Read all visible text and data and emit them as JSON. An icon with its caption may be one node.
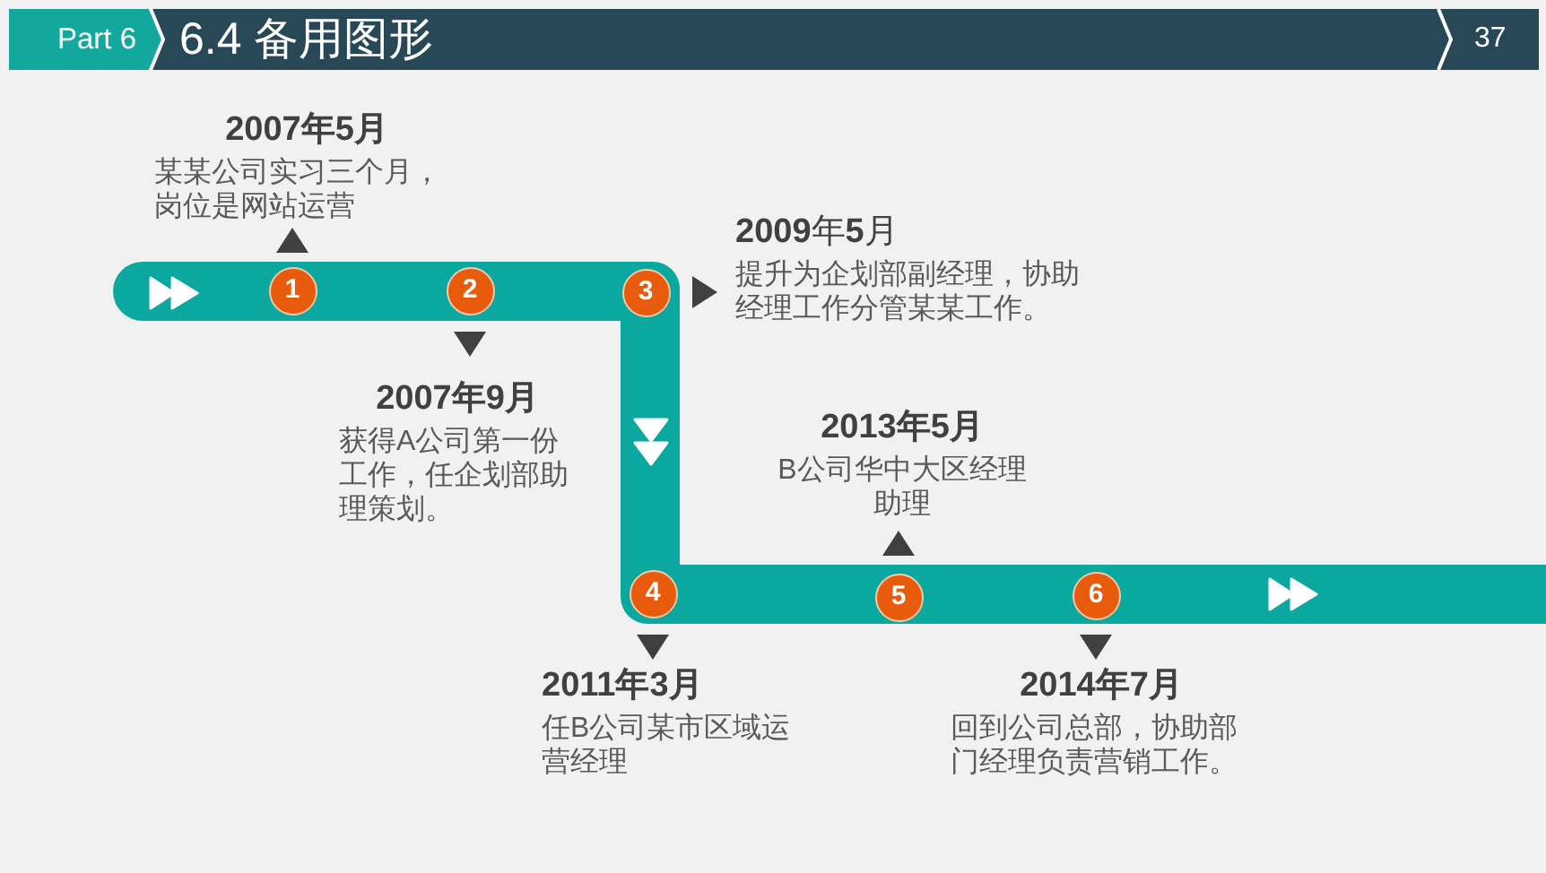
{
  "diagram": {
    "title": "6.4 备用图形",
    "nodes": [
      {
        "text": [
          "1"
        ]
      },
      {
        "text": [
          "2"
        ]
      },
      {
        "text": [
          "3"
        ]
      },
      {
        "text": [
          "4"
        ]
      },
      {
        "text": [
          "5"
        ]
      },
      {
        "text": [
          "6"
        ]
      },
      {
        "text": [
          "2007年5月",
          "某某公司实习三个月，岗位是网站运营"
        ]
      },
      {
        "text": [
          "2007年9月",
          "获得A公司第一份工作，任企划部助理策划。"
        ]
      },
      {
        "text": [
          "**2009**年**5**月",
          "提升为企划部副经理，协助经理工作分管某某工作。"
        ]
      },
      {
        "text": [
          "2011年3月",
          "任B公司某市区域运营经理"
        ]
      },
      {
        "text": [
          "2013年5月",
          "B公司华中大区经理助理"
        ]
      },
      {
        "text": [
          "2014年7月",
          "回到公司总部，协助部门经理负责营销工作。"
        ]
      }
    ],
    "edges": [
      {
        "from": 0,
        "to": 6,
        "arrow": "to"
      },
      {
        "from": 1,
        "to": 7,
        "arrow": "to"
      },
      {
        "from": 2,
        "to": 8,
        "arrow": "to"
      },
      {
        "from": 3,
        "to": 9,
        "arrow": "to"
      },
      {
        "from": 4,
        "to": 10,
        "arrow": "to"
      },
      {
        "from": 5,
        "to": 11,
        "arrow": "to"
      }
    ],
    "labels": [
      "Part 6",
      "37"
    ]
  }
}
